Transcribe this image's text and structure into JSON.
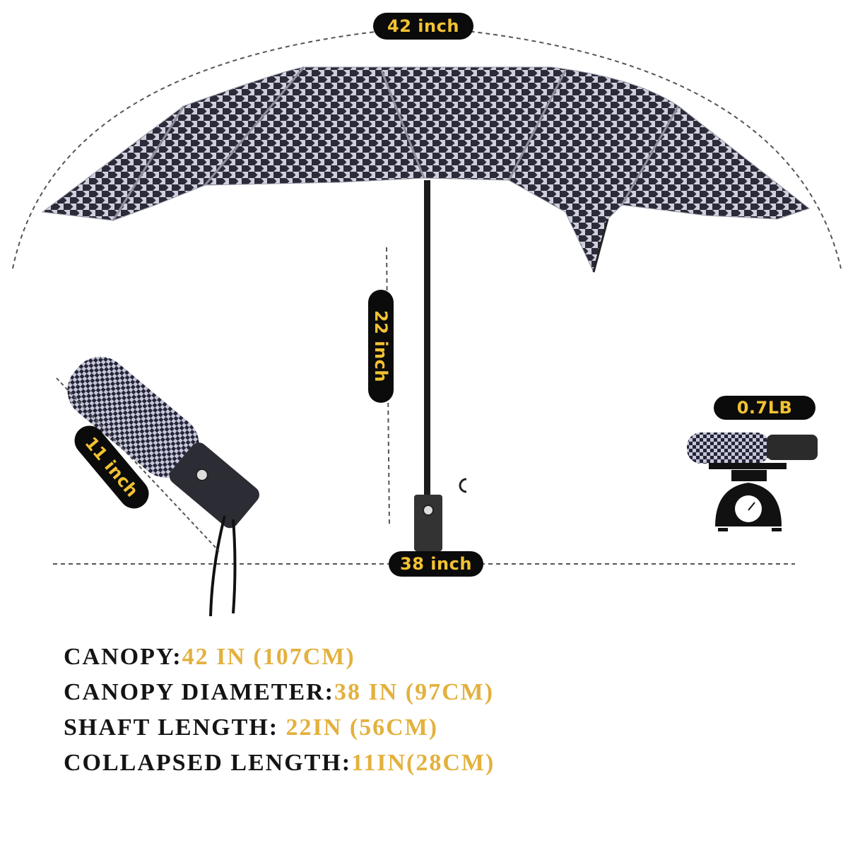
{
  "image": {
    "subject": "Folding umbrella with houndstooth canopy pattern — dimension infographic",
    "colors": {
      "background": "#ffffff",
      "label_pill_bg": "#0b0b0b",
      "label_text": "#f2c232",
      "spec_label": "#141414",
      "spec_value": "#e3b13d",
      "canopy_light": "#c9c9d6",
      "canopy_dark": "#2a2a38",
      "handle": "#2c2c2c"
    }
  },
  "dimension_labels": {
    "canopy_arc": "42 inch",
    "shaft_length": "22 inch",
    "diameter": "38 inch",
    "collapsed_length": "11 inch",
    "weight": "0.7LB"
  },
  "specs": [
    {
      "label": "CANOPY:",
      "value": "42 IN (107CM)"
    },
    {
      "label": "CANOPY DIAMETER:",
      "value": "38 IN (97CM)"
    },
    {
      "label": "SHAFT LENGTH: ",
      "value": "22IN (56CM)"
    },
    {
      "label": "COLLAPSED LENGTH:",
      "value": "11IN(28CM)"
    }
  ]
}
